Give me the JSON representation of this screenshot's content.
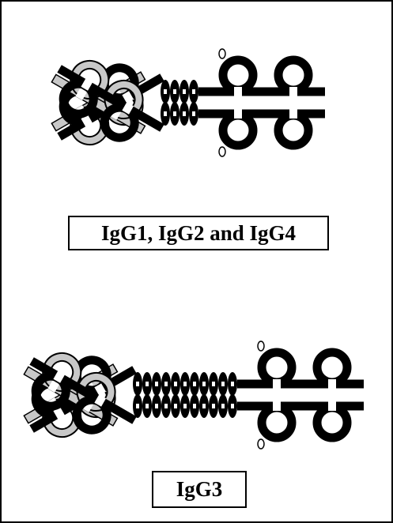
{
  "figure": {
    "top_label": "IgG1, IgG2 and IgG4",
    "bottom_label": "IgG3"
  },
  "colors": {
    "heavy_chain": "#000000",
    "light_chain": "#c8c8c8",
    "light_chain_outline": "#000000",
    "background": "#ffffff",
    "frame": "#000000"
  },
  "icons": {
    "heavy_chain_domain": "heavy-chain-loop-icon",
    "light_chain_domain": "light-chain-loop-icon",
    "hinge": "hinge-coil-icon",
    "carbohydrate": "carbohydrate-oval-icon"
  },
  "structures": [
    {
      "label_key": "top_label",
      "hinge_coils": 4
    },
    {
      "label_key": "bottom_label",
      "hinge_coils": 11
    }
  ]
}
